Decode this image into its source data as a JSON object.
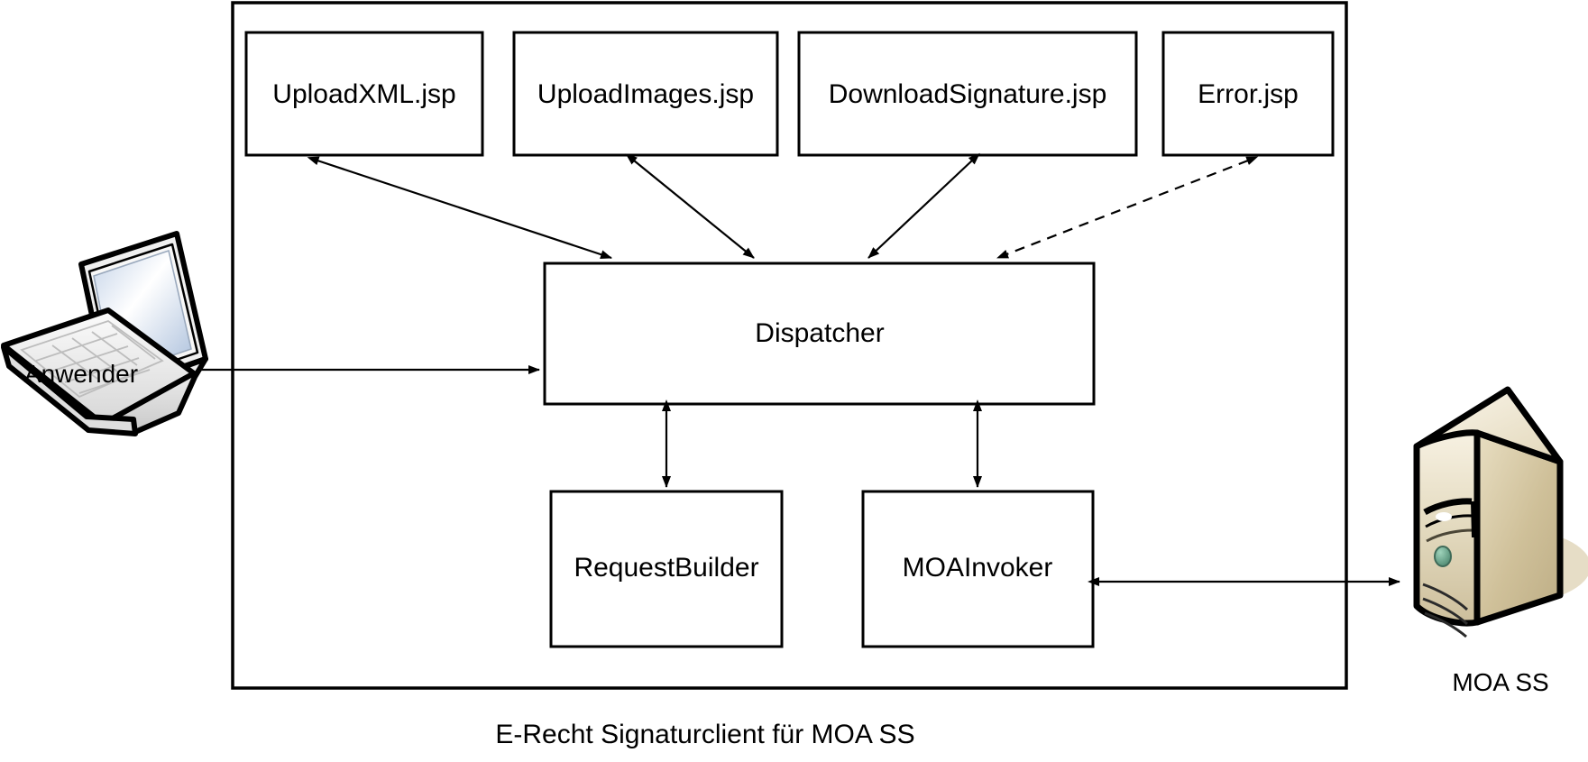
{
  "diagram": {
    "caption": "E-Recht Signaturclient für MOA SS",
    "container": {
      "name": "e-recht-signaturclient-container"
    },
    "nodes": [
      {
        "id": "uploadxml",
        "label": "UploadXML.jsp"
      },
      {
        "id": "uploadimages",
        "label": "UploadImages.jsp"
      },
      {
        "id": "downloadsignature",
        "label": "DownloadSignature.jsp"
      },
      {
        "id": "error",
        "label": "Error.jsp"
      },
      {
        "id": "dispatcher",
        "label": "Dispatcher"
      },
      {
        "id": "requestbuilder",
        "label": "RequestBuilder"
      },
      {
        "id": "moainvoker",
        "label": "MOAInvoker"
      }
    ],
    "actors": [
      {
        "id": "anwender",
        "label": "Anwender",
        "icon": "laptop-icon"
      },
      {
        "id": "moass",
        "label": "MOA SS",
        "icon": "server-icon"
      }
    ],
    "connections": [
      {
        "from": "uploadxml",
        "to": "dispatcher",
        "style": "solid",
        "arrows": "both"
      },
      {
        "from": "uploadimages",
        "to": "dispatcher",
        "style": "solid",
        "arrows": "both"
      },
      {
        "from": "downloadsignature",
        "to": "dispatcher",
        "style": "solid",
        "arrows": "both"
      },
      {
        "from": "error",
        "to": "dispatcher",
        "style": "dashed",
        "arrows": "both"
      },
      {
        "from": "anwender",
        "to": "dispatcher",
        "style": "solid",
        "arrows": "both"
      },
      {
        "from": "dispatcher",
        "to": "requestbuilder",
        "style": "solid",
        "arrows": "both"
      },
      {
        "from": "dispatcher",
        "to": "moainvoker",
        "style": "solid",
        "arrows": "both"
      },
      {
        "from": "moainvoker",
        "to": "moass",
        "style": "solid",
        "arrows": "both"
      }
    ],
    "colors": {
      "stroke": "#000000",
      "box_fill": "#ffffff",
      "background": "#ffffff",
      "server_light": "#f2ead6",
      "server_mid": "#d9cba6",
      "server_dark": "#bfae84",
      "laptop_screen_light": "#ffffff",
      "laptop_screen_blue": "#b9cbe4",
      "laptop_body": "#e9e9e9",
      "shadow": "#e0e0e0",
      "led_green": "#6aaa8e"
    }
  }
}
